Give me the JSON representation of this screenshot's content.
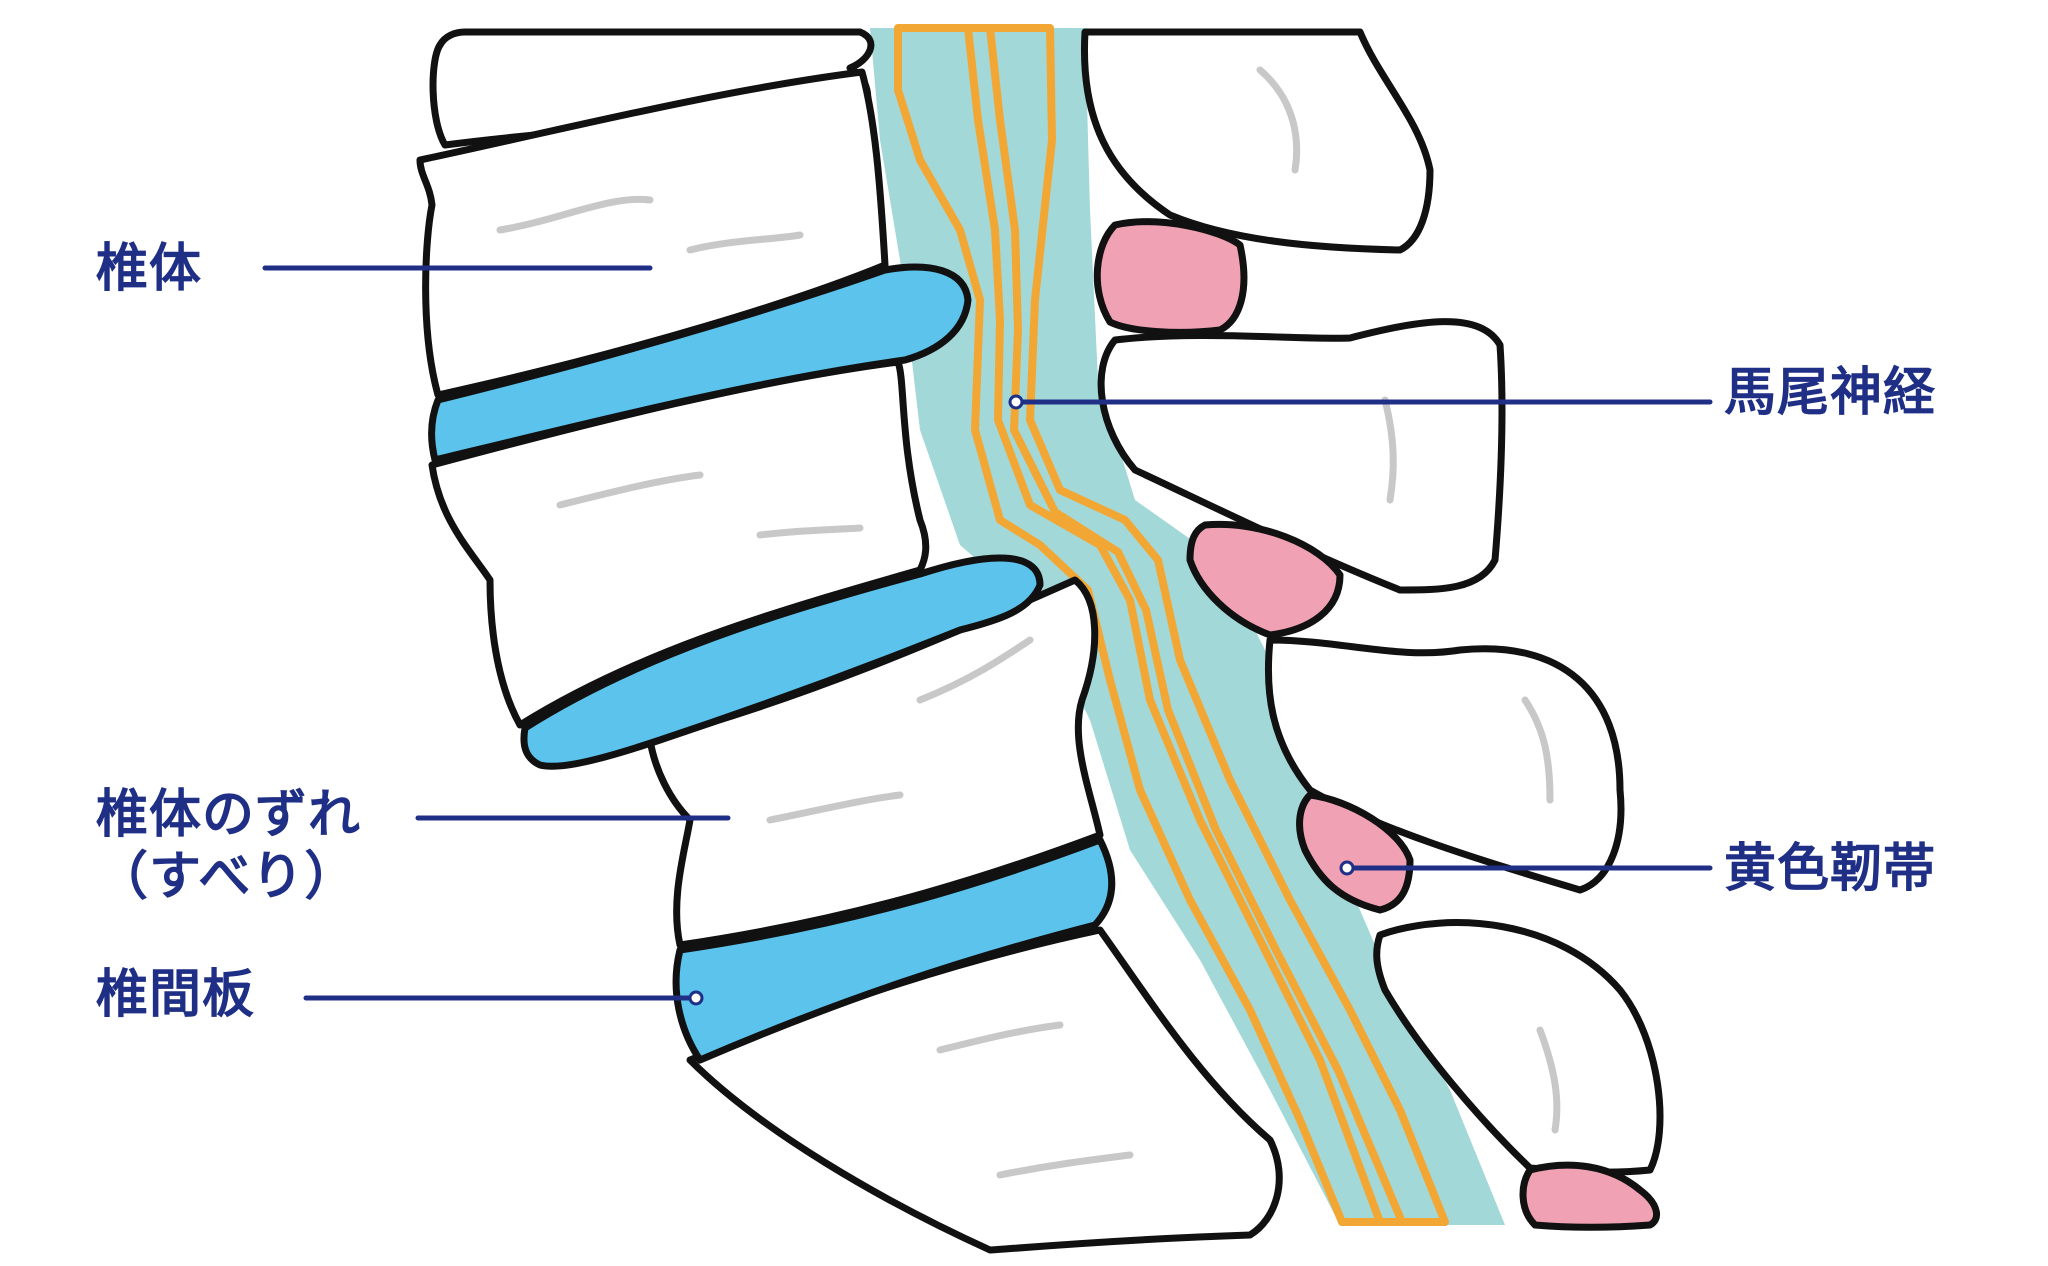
{
  "labels": {
    "vertebral_body": "椎体",
    "slip_line1": "椎体のずれ",
    "slip_line2": "（すべり）",
    "intervertebral_disc": "椎間板",
    "cauda_equina": "馬尾神経",
    "ligamentum_flavum": "黄色靭帯"
  },
  "colors": {
    "bone_fill": "#ffffff",
    "outline": "#111111",
    "disc": "#5bc3ec",
    "canal": "#a3d8d9",
    "nerve": "#f2a735",
    "ligament": "#f0a2b4",
    "label_text": "#1f2f86",
    "leader_line": "#1f2f86",
    "shade": "#c8c8c8"
  }
}
